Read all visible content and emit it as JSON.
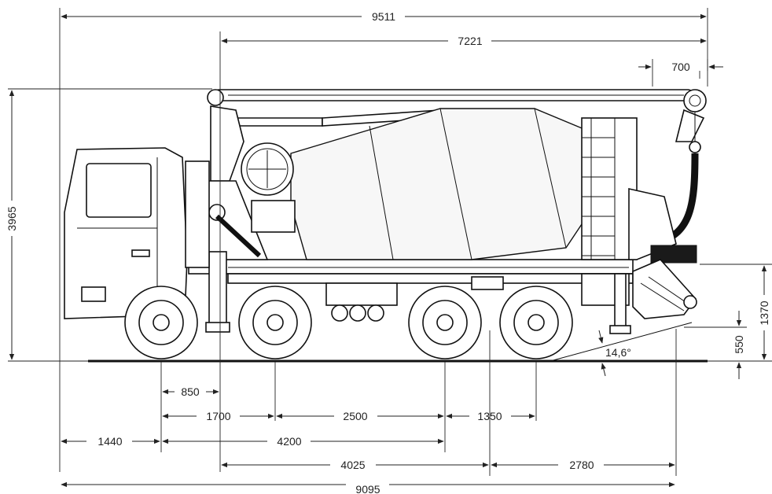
{
  "dimensions": {
    "overall_length_boom": "9511",
    "boom_length": "7221",
    "boom_overhang": "700",
    "height": "3965",
    "rear_height": "1370",
    "rear_clearance": "550",
    "departure_angle": "14,6°",
    "front_axle_spacing": "850",
    "axle_1_2": "1700",
    "axle_2_3": "2500",
    "axle_3_4": "1350",
    "front_overhang": "1440",
    "wheelbase_front": "4200",
    "boom_pivot_to_axle": "4025",
    "rear_overhang": "2780",
    "overall_length": "9095"
  }
}
